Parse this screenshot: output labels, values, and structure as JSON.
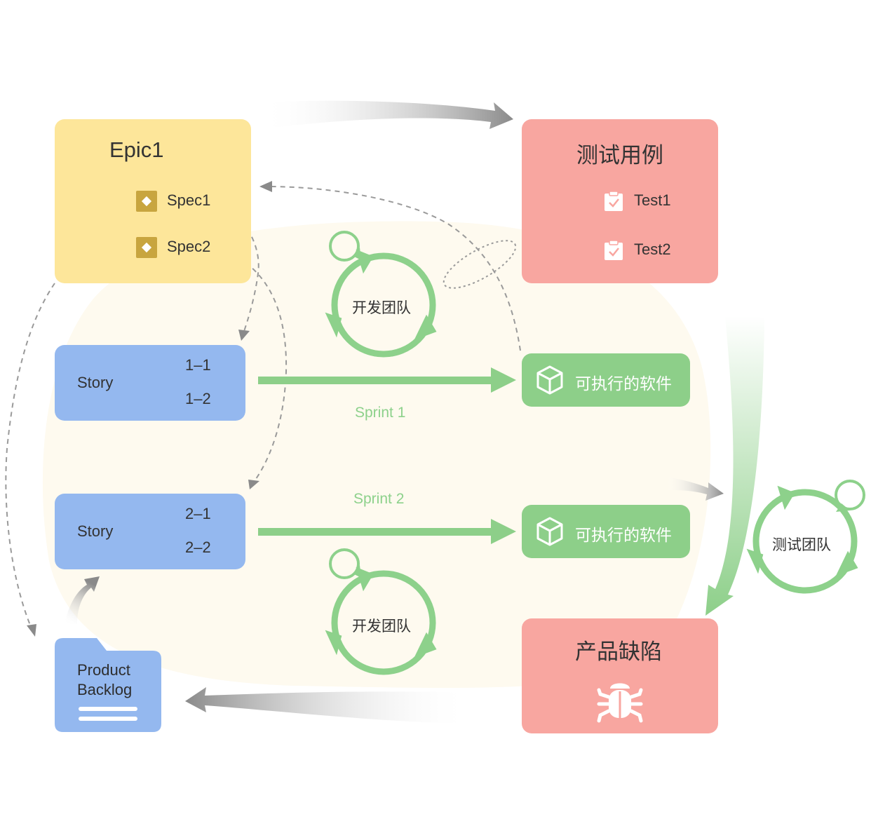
{
  "epic": {
    "title": "Epic1",
    "specs": [
      "Spec1",
      "Spec2"
    ]
  },
  "test_cases": {
    "title": "测试用例",
    "tests": [
      "Test1",
      "Test2"
    ]
  },
  "stories": [
    {
      "label": "Story",
      "items": [
        "1–1",
        "1–2"
      ]
    },
    {
      "label": "Story",
      "items": [
        "2–1",
        "2–2"
      ]
    }
  ],
  "software": [
    "可执行的软件",
    "可执行的软件"
  ],
  "sprints": [
    "Sprint 1",
    "Sprint 2"
  ],
  "dev_team": [
    "开发团队",
    "开发团队"
  ],
  "test_team": "测试团队",
  "defects": {
    "title": "产品缺陷"
  },
  "backlog": {
    "line1": "Product",
    "line2": "Backlog"
  },
  "icons": [
    "diamond-spec-icon",
    "checked-clipboard-icon",
    "package-box-icon",
    "bug-icon",
    "cycle-arrow-icon"
  ],
  "colors": {
    "epic": "#fde69a",
    "test": "#f8a6a0",
    "story": "#94b8ef",
    "software": "#8dcf89",
    "cycle": "#8dd18b",
    "arrow_gray": "#8f8f8f",
    "background_blob": "#fefaef"
  }
}
